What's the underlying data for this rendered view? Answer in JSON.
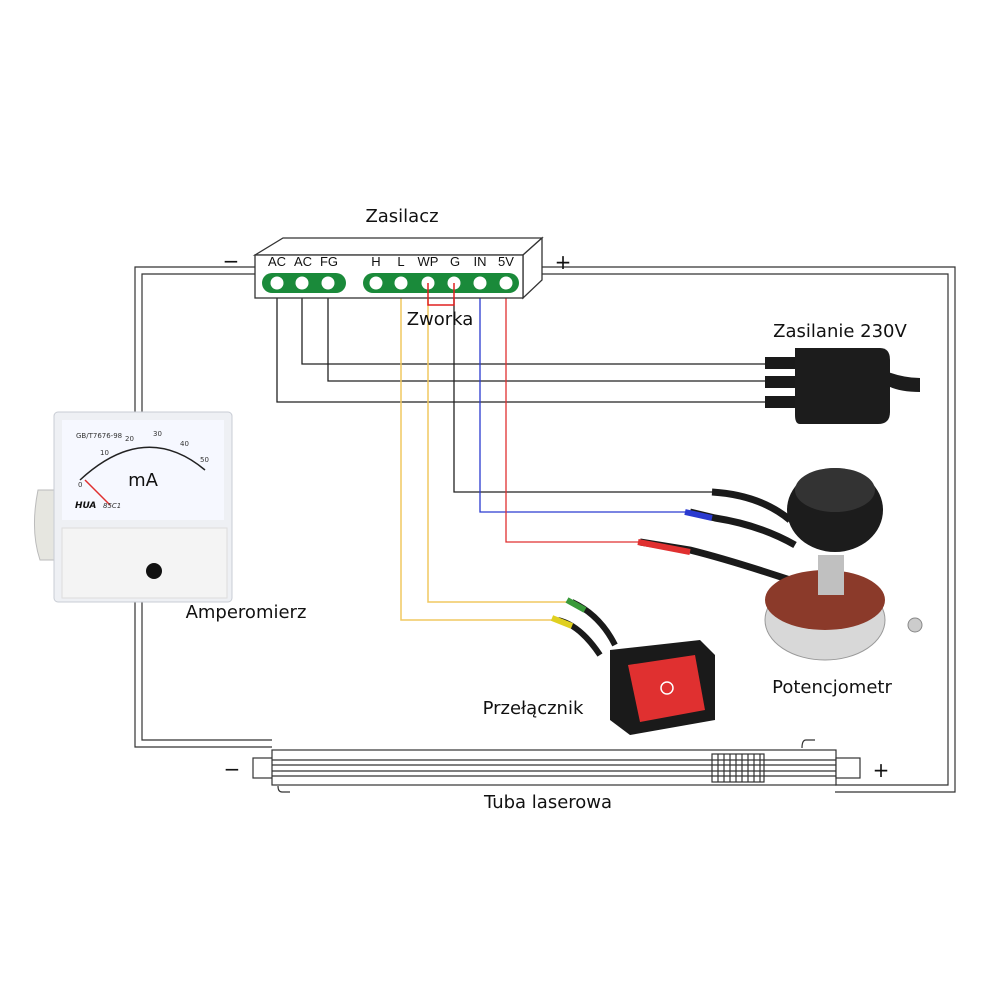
{
  "labels": {
    "power_supply": "Zasilacz",
    "jumper": "Zworka",
    "mains": "Zasilanie 230V",
    "ammeter": "Amperomierz",
    "potentiometer": "Potencjometr",
    "switch": "Przełącznik",
    "laser_tube": "Tuba laserowa",
    "minus": "−",
    "plus": "+"
  },
  "terminals": [
    "AC",
    "AC",
    "FG",
    "H",
    "L",
    "WP",
    "G",
    "IN",
    "5V"
  ],
  "ammeter": {
    "unit": "mA",
    "scale": [
      "0",
      "10",
      "20",
      "30",
      "40",
      "50"
    ],
    "brand": "HUA",
    "model": "85C1",
    "code": "GB/T7676-98"
  },
  "colors": {
    "terminal_strip": "#1a8a3a",
    "jumper": "#e02020",
    "wire_black": "#222222",
    "wire_blue": "#2a3ad0",
    "wire_red": "#e03030",
    "wire_yellow": "#f0c860",
    "switch_red": "#e03030"
  }
}
